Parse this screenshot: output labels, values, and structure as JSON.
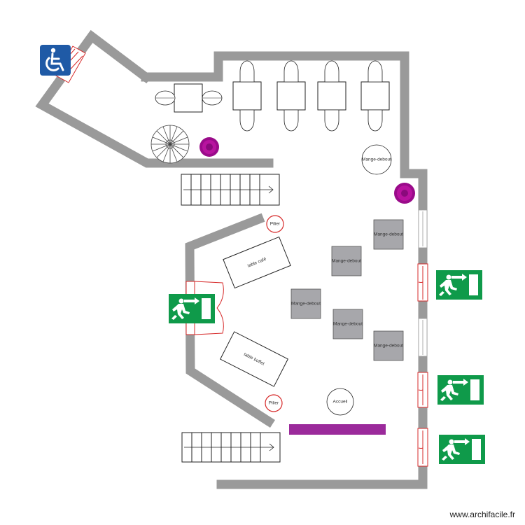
{
  "labels": {
    "mange_debout": "Mange-debout",
    "table_cafe": "table café",
    "table_buffet": "table buffet",
    "pilier": "Pilier",
    "accueil": "Accueil"
  },
  "credit": "www.archifacile.fr",
  "icons": {
    "accessibility": "wheelchair-icon",
    "emergency_exit": "emergency-exit-icon"
  },
  "colors": {
    "wall": "#9a9a9a",
    "exit_green": "#0f9a4a",
    "accessibility_blue": "#1f5aa6",
    "plant_magenta": "#9a0b8a",
    "bar_purple": "#9b2a9b",
    "door_red": "#d62828"
  }
}
